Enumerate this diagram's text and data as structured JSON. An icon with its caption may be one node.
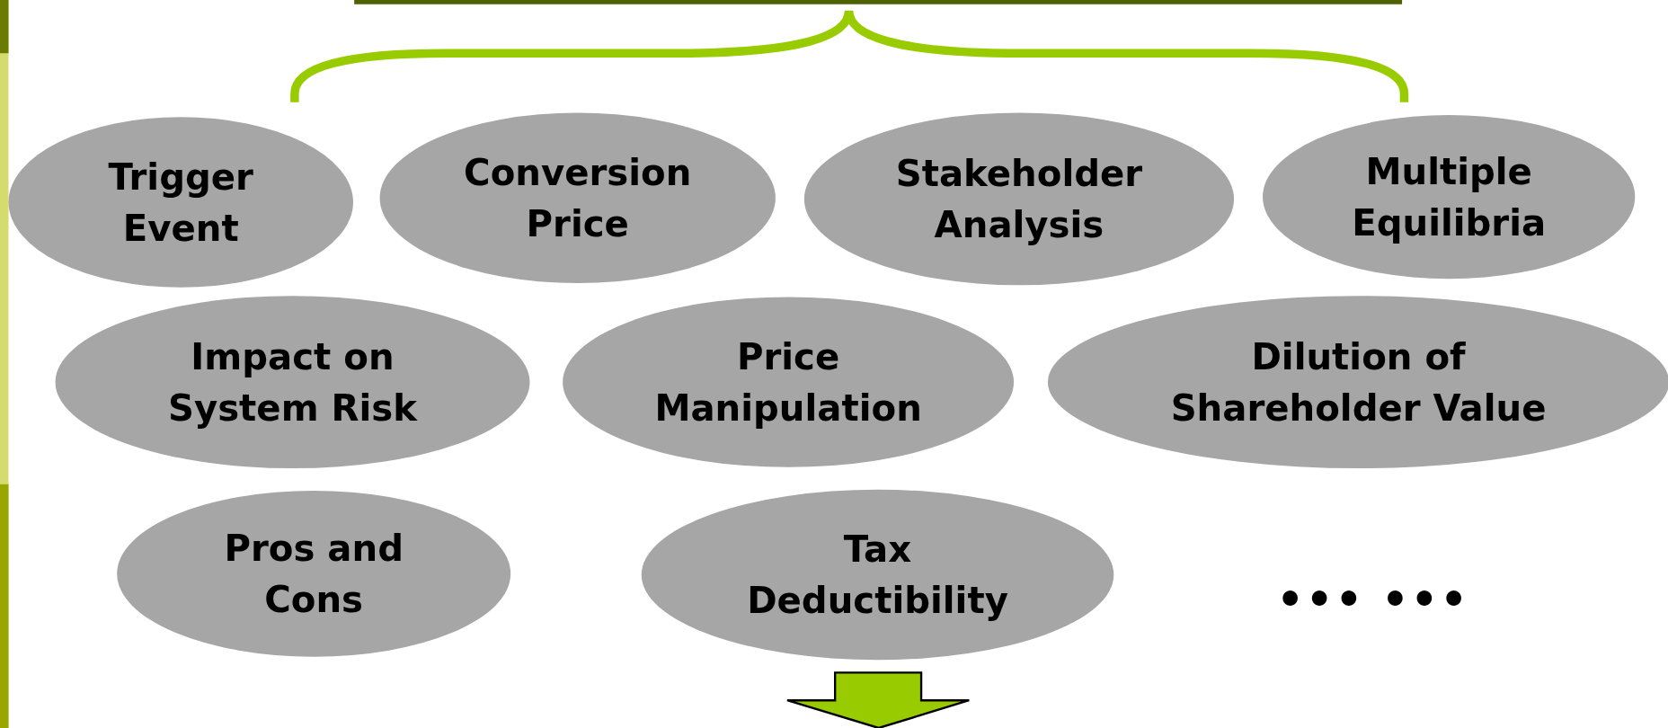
{
  "diagram": {
    "nodes": [
      {
        "text": [
          "Trigger Event"
        ]
      },
      {
        "text": [
          "Conversion Price"
        ]
      },
      {
        "text": [
          "Stakeholder Analysis"
        ]
      },
      {
        "text": [
          "Multiple Equilibria"
        ]
      },
      {
        "text": [
          "Impact on System Risk"
        ]
      },
      {
        "text": [
          "Price Manipulation"
        ]
      },
      {
        "text": [
          "Dilution of Shareholder Value"
        ]
      },
      {
        "text": [
          "Pros and Cons"
        ]
      },
      {
        "text": [
          "Tax Deductibility"
        ]
      }
    ],
    "labels": [
      "••• •••"
    ]
  }
}
